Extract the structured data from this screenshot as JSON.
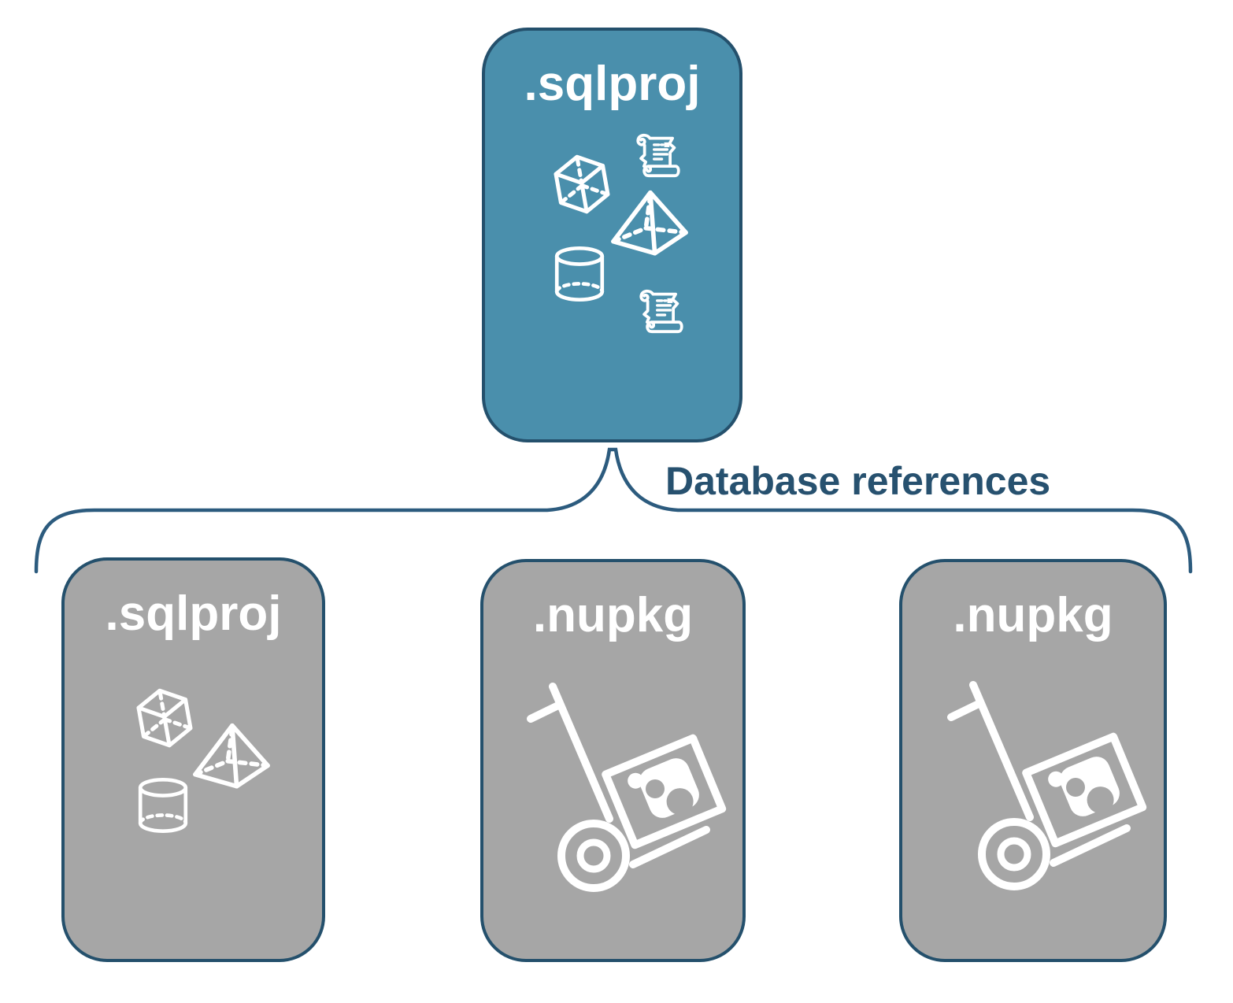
{
  "diagram": {
    "edge_label": "Database references",
    "nodes": {
      "root": {
        "label": ".sqlproj",
        "icons": [
          "scroll-icon",
          "cube-icon",
          "pyramid-icon",
          "cylinder-icon",
          "scroll-icon"
        ]
      },
      "children": [
        {
          "label": ".sqlproj",
          "icons": [
            "cube-icon",
            "pyramid-icon",
            "cylinder-icon"
          ]
        },
        {
          "label": ".nupkg",
          "icons": [
            "nuget-dolly-icon"
          ]
        },
        {
          "label": ".nupkg",
          "icons": [
            "nuget-dolly-icon"
          ]
        }
      ]
    },
    "colors": {
      "root_fill": "#4A8FAC",
      "child_fill": "#A6A6A6",
      "node_border": "#24506C",
      "brace_stroke": "#2C5B7E",
      "edge_label_text": "#27516F",
      "icon_stroke": "#FFFFFF"
    }
  }
}
